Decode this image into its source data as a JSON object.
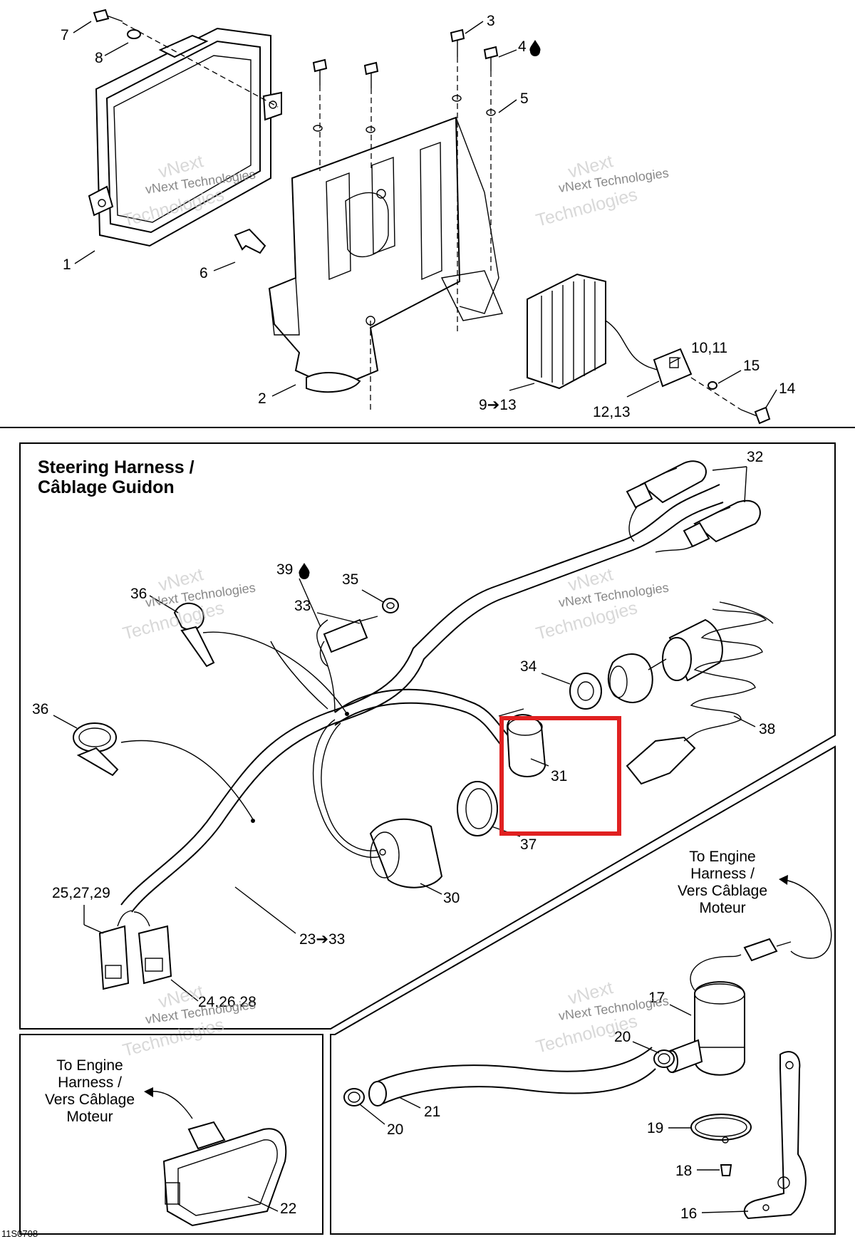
{
  "figure": {
    "code": "11S0708",
    "highlight_color": "#e02020"
  },
  "top_section": {
    "callouts": {
      "c1": "1",
      "c2": "2",
      "c3": "3",
      "c4": "4",
      "c5": "5",
      "c6": "6",
      "c7": "7",
      "c8": "8",
      "c9_13": "9➔13",
      "c10_11": "10,11",
      "c12_13": "12,13",
      "c14": "14",
      "c15": "15"
    },
    "icons": [
      "liquid-drop-icon"
    ]
  },
  "steering_section": {
    "title_line1": "Steering Harness /",
    "title_line2": "Câblage Guidon",
    "callouts": {
      "c23_33": "23➔33",
      "c24_26_28": "24,26,28",
      "c25_27_29": "25,27,29",
      "c30": "30",
      "c31": "31",
      "c32": "32",
      "c33": "33",
      "c34": "34",
      "c35": "35",
      "c36a": "36",
      "c36b": "36",
      "c37": "37",
      "c38": "38",
      "c39": "39"
    },
    "icons": [
      "liquid-drop-icon"
    ]
  },
  "engine_note_1": {
    "line1": "To Engine",
    "line2": "Harness /",
    "line3": "Vers Câblage",
    "line4": "Moteur"
  },
  "engine_note_2": {
    "line1": "To Engine",
    "line2": "Harness /",
    "line3": "Vers Câblage",
    "line4": "Moteur"
  },
  "connector_box": {
    "callouts": {
      "c22": "22"
    }
  },
  "pump_box": {
    "callouts": {
      "c16": "16",
      "c17": "17",
      "c18": "18",
      "c19": "19",
      "c20a": "20",
      "c20b": "20",
      "c21": "21"
    }
  },
  "watermarks": {
    "line1": "vNext Technologies",
    "line2": "vNext",
    "line3": "Technologies"
  }
}
